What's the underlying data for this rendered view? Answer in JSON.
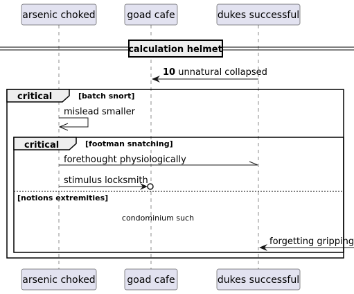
{
  "participants": [
    {
      "name": "arsenic choked"
    },
    {
      "name": "goad cafe"
    },
    {
      "name": "dukes successful"
    }
  ],
  "divider": {
    "label": "calculation helmet"
  },
  "messages": {
    "m1": {
      "number": "10",
      "label": "unnatural collapsed"
    },
    "m2": {
      "label": "mislead smaller"
    },
    "m3": {
      "label": "forethought physiologically"
    },
    "m4": {
      "label": "stimulus locksmith"
    },
    "m5": {
      "label": "forgetting gripping"
    }
  },
  "outer_frame": {
    "keyword": "critical",
    "guard": "[batch snort]"
  },
  "inner_frame": {
    "keyword": "critical",
    "guard": "[footman snatching]",
    "else_guard": "[notions extremities]"
  },
  "spacer_note": {
    "text": "condominium such"
  }
}
